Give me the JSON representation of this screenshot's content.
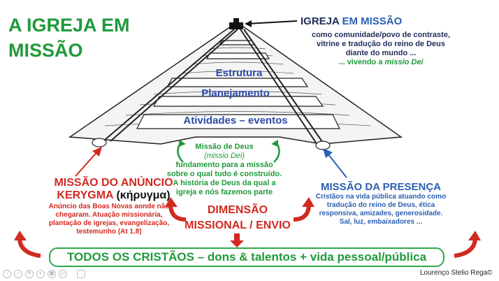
{
  "title": {
    "line1": "A IGREJA EM",
    "line2": "MISSÃO"
  },
  "top_right": {
    "heading_part1": "IGREJA",
    "heading_part2": "EM MISSÃO",
    "line1": "como comunidade/povo de contraste,",
    "line2": "vitrine e tradução do reino de Deus",
    "line3": "diante do mundo ...",
    "line4_prefix": "... vivendo a",
    "line4_italic": "missio Dei"
  },
  "pyramid": {
    "estrutura": "Estrutura",
    "planejamento": "Planejamento",
    "atividades": "Atividades – eventos"
  },
  "missao_deus": {
    "title": "Missão de Deus",
    "subtitle": "(missio Dei)",
    "line1": "fundamento para a missão",
    "line2": "sobre o qual tudo é construído.",
    "line3": "A história de Deus da qual a",
    "line4": "igreja e nós fazemos parte"
  },
  "anuncio": {
    "title1": "MISSÃO DO ANÚNCIO",
    "title2a": "KERYGMA",
    "title2b": "(κήρυγμα)",
    "line1": "Anúncio das Boas Novas aonde não",
    "line2": "chegaram. Atuação missionária,",
    "line3": "plantação de igrejas, evangelização,",
    "line4": "testemunho (At 1.8)"
  },
  "presenca": {
    "title": "MISSÃO DA PRESENÇA",
    "line1": "Cristãos na vida pública atuando como",
    "line2": "tradução do reino de Deus, ética",
    "line3": "responsiva, amizades, generosidade.",
    "line4": "Sal, luz, embaixadores ..."
  },
  "dimensao": {
    "line1": "DIMENSÃO",
    "line2": "MISSIONAL / ENVIO"
  },
  "bottom": "TODOS OS CRISTÃOS – dons & talentos + vida pessoal/pública",
  "credit": "Lourenço Stelio Rega©",
  "colors": {
    "green": "#1f9a3a",
    "red": "#d12a20",
    "blue": "#2b5fb2",
    "navy": "#1f2d5a"
  },
  "controls": [
    "prev-icon",
    "next-icon",
    "pen-icon",
    "search-icon",
    "slides-icon",
    "subtitles-icon",
    "more-icon"
  ]
}
